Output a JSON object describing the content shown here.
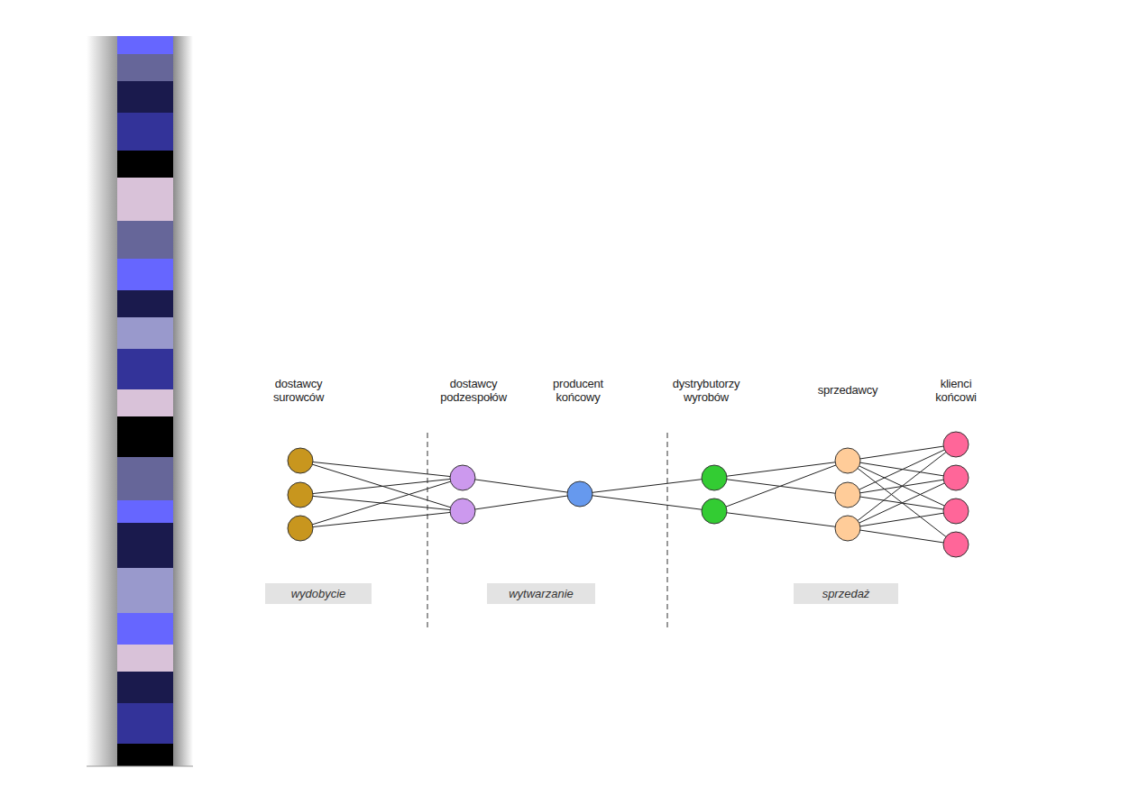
{
  "diagram": {
    "nodes": [
      {
        "text": [
          "wydobycie"
        ]
      },
      {
        "text": [
          "wytwarzanie"
        ]
      },
      {
        "text": [
          "sprzedaż"
        ]
      }
    ],
    "labels": [
      "dostawcy surowców",
      "dostawcy podzespołów",
      "producent końcowy",
      "dystrybutorzy wyrobów",
      "sprzedawcy",
      "klienci końcowi"
    ]
  }
}
